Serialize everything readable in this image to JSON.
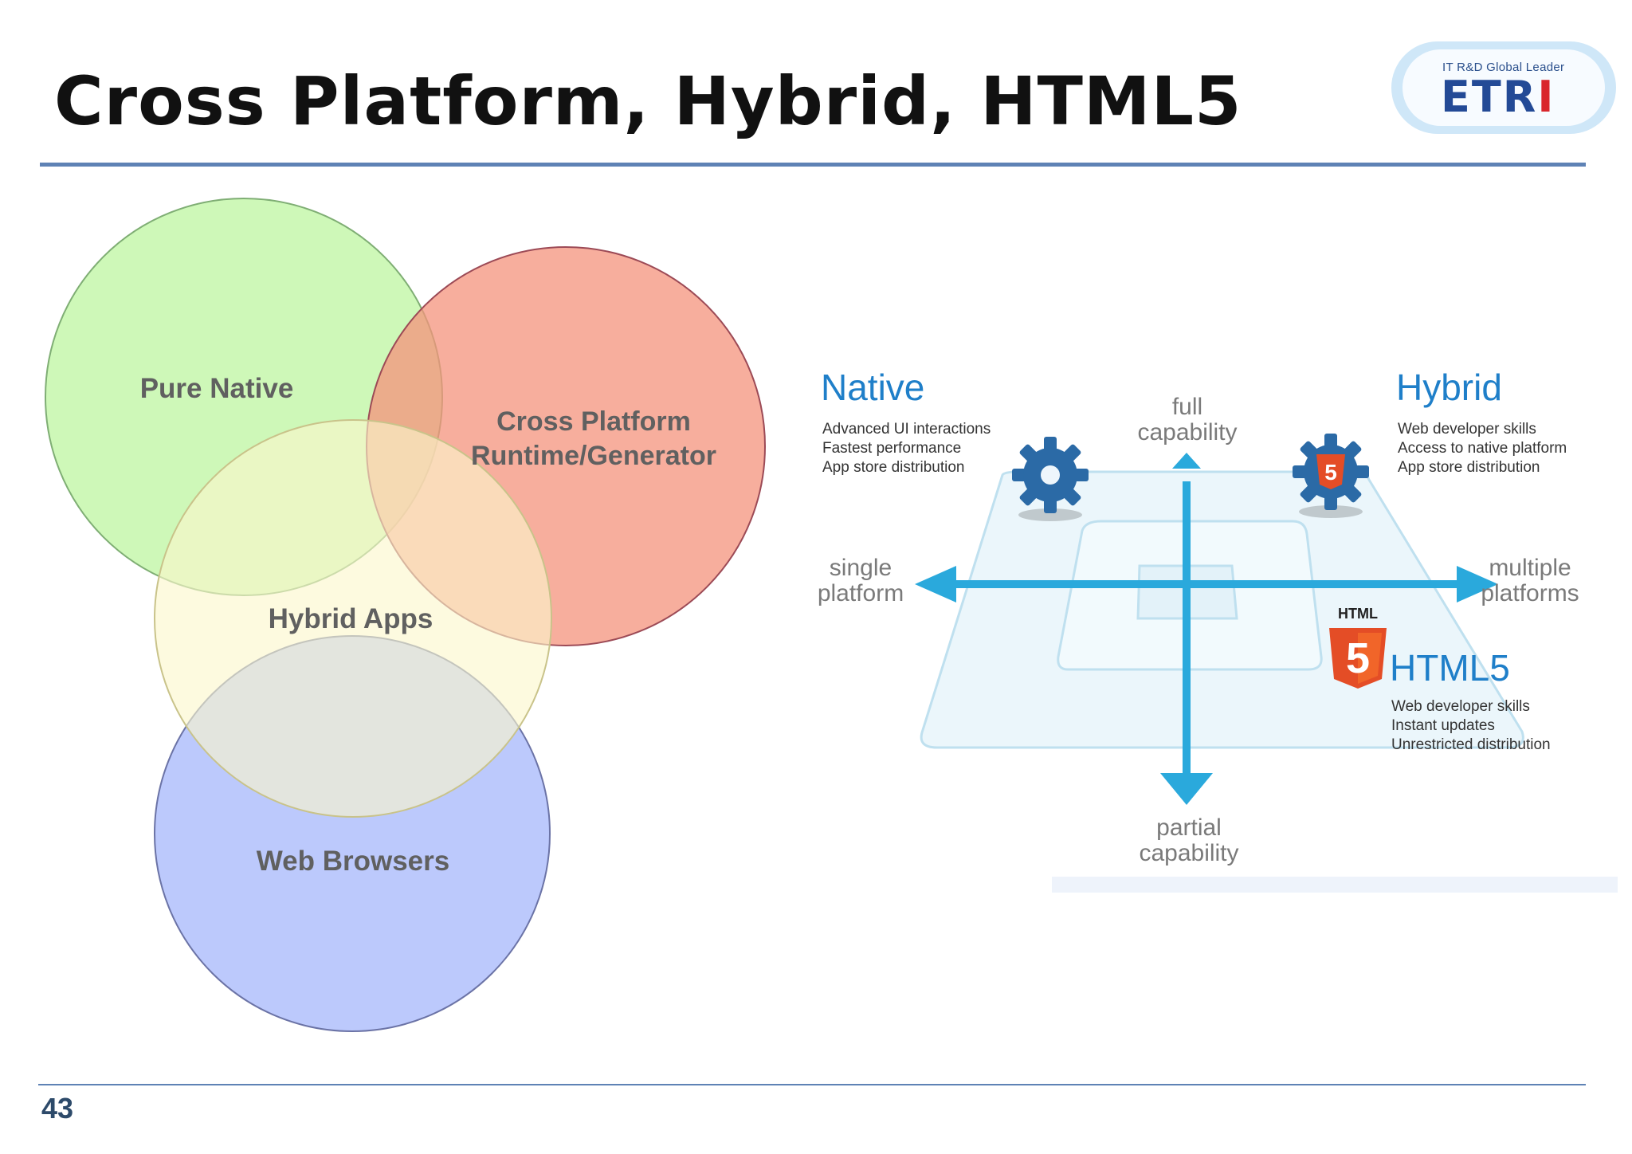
{
  "slide": {
    "title": "Cross Platform, Hybrid, HTML5",
    "page_number": "43",
    "logo": {
      "tagline": "IT R&D Global Leader",
      "word_a": "ETR",
      "word_b": "I"
    }
  },
  "venn": {
    "circles": [
      {
        "label": "Pure Native",
        "color": "#c9f7b0"
      },
      {
        "label_line1": "Cross Platform",
        "label_line2": "Runtime/Generator",
        "color": "#f4937c"
      },
      {
        "label": "Hybrid Apps",
        "color": "#fbf7cc"
      },
      {
        "label": "Web Browsers",
        "color": "#b8c6fc"
      }
    ]
  },
  "quadrant": {
    "native": {
      "title": "Native",
      "points": [
        "Advanced UI interactions",
        "Fastest performance",
        "App store distribution"
      ]
    },
    "hybrid": {
      "title": "Hybrid",
      "points": [
        "Web developer skills",
        "Access to native platform",
        "App store distribution"
      ]
    },
    "html5": {
      "title": "HTML5",
      "badge": "HTML",
      "shield_digit": "5",
      "points": [
        "Web developer skills",
        "Instant updates",
        "Unrestricted distribution"
      ]
    },
    "axes": {
      "top_line1": "full",
      "top_line2": "capability",
      "bottom_line1": "partial",
      "bottom_line2": "capability",
      "left_line1": "single",
      "left_line2": "platform",
      "right_line1": "multiple",
      "right_line2": "platforms"
    },
    "colors": {
      "accent": "#2aa9dc",
      "title": "#1f7fc9",
      "html5": "#e44d26",
      "gear": "#2b6aa6"
    }
  }
}
